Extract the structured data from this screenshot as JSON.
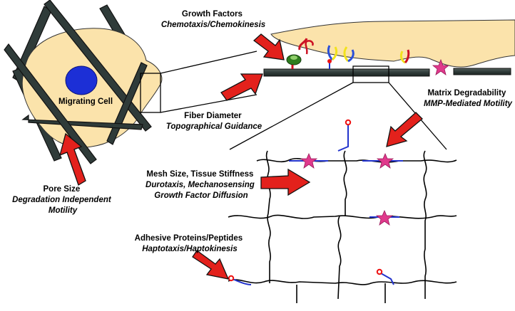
{
  "labels": {
    "migrating_cell": "Migrating Cell",
    "growth_factors": {
      "title": "Growth Factors",
      "subtitle": "Chemotaxis/Chemokinesis"
    },
    "fiber_diameter": {
      "title": "Fiber Diameter",
      "subtitle": "Topographical Guidance"
    },
    "matrix_degradability": {
      "title": "Matrix Degradability",
      "subtitle": "MMP-Mediated Motility"
    },
    "pore_size": {
      "title": "Pore Size",
      "subtitle1": "Degradation Independent",
      "subtitle2": "Motility"
    },
    "mesh_size": {
      "title": "Mesh Size, Tissue Stiffness",
      "subtitle1": "Durotaxis, Mechanosensing",
      "subtitle2": "Growth Factor Diffusion"
    },
    "adhesive": {
      "title": "Adhesive Proteins/Peptides",
      "subtitle": "Haptotaxis/Haptokinesis"
    }
  },
  "colors": {
    "fiber": "#2f3b39",
    "fiber_edge": "#111111",
    "cell": "#fbe3ab",
    "nucleus": "#1c2fd6",
    "arrow": "#e3211c",
    "star": "#e0398c",
    "linker": "#2233cc",
    "ligand": "#ee1111",
    "receptor_yellow": "#f2e21c",
    "receptor_blue": "#2a4fd8",
    "growth_factor": "#2e7d1f"
  }
}
